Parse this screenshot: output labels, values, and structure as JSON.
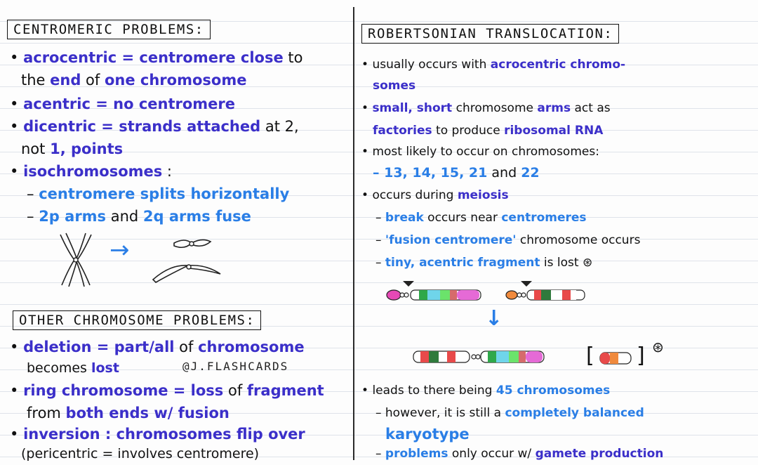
{
  "left": {
    "title": "CENTROMERIC PROBLEMS:",
    "items": [
      {
        "b": "•",
        "p1": "acrocentric = centromere close",
        "t1": " to"
      },
      {
        "t1": "the ",
        "p1": "end",
        "t2": " of ",
        "p2": "one chromosome"
      },
      {
        "b": "•",
        "p1": "acentric = no centromere"
      },
      {
        "b": "•",
        "p1": "dicentric = strands attached",
        "t1": " at 2,"
      },
      {
        "t1": "not ",
        "p1": "1, points"
      },
      {
        "b": "•",
        "p1": "isochromosomes",
        "t1": " :"
      },
      {
        "t1": "– ",
        "b1": "centromere splits horizontally"
      },
      {
        "t1": "– ",
        "b1": "2p arms",
        "t2": " and ",
        "b2": "2q arms fuse"
      }
    ],
    "other_title": "OTHER CHROMOSOME PROBLEMS:",
    "other": [
      {
        "b": "•",
        "p1": "deletion = part/all",
        "t1": " of ",
        "p2": "chromosome"
      },
      {
        "t1": "becomes ",
        "p1": "lost"
      },
      {
        "b": "•",
        "p1": "ring chromosome = loss",
        "t1": " of ",
        "p2": "fragment"
      },
      {
        "t1": "from ",
        "p1": "both ends w/ fusion"
      },
      {
        "b": "•",
        "p1": "inversion : chromosomes flip over"
      },
      {
        "t1": "(pericentric = involves centromere)"
      }
    ],
    "watermark": "@J.FLASHCARDS",
    "arrow": "→"
  },
  "right": {
    "title": "ROBERTSONIAN TRANSLOCATION:",
    "items": [
      {
        "b": "•",
        "t1": "usually occurs with ",
        "p1": "acrocentric chromo-"
      },
      {
        "p1": "somes"
      },
      {
        "b": "•",
        "p1": "small, short",
        "t1": " chromosome ",
        "p2": "arms",
        "t2": " act as"
      },
      {
        "p1": "factories",
        "t1": " to produce ",
        "p2": "ribosomal RNA"
      },
      {
        "b": "•",
        "t1": "most likely to occur on chromosomes:"
      },
      {
        "b1": "– 13, 14, 15, 21",
        "t1": " and ",
        "b2": "22"
      },
      {
        "b": "•",
        "t1": "occurs during ",
        "p1": "meiosis"
      },
      {
        "t1": "– ",
        "b1": "break",
        "t2": " occurs near ",
        "b2": "centromeres"
      },
      {
        "t1": "– ",
        "b1": "'fusion centromere'",
        "t2": " chromosome occurs"
      },
      {
        "t1": "– ",
        "b1": "tiny, acentric fragment",
        "t2": " is lost",
        "star": "⊛"
      }
    ],
    "bottom": [
      {
        "b": "•",
        "t1": "leads to there being ",
        "b1": "45 chromosomes"
      },
      {
        "t1": "– however, it is still a ",
        "b1": "completely balanced"
      },
      {
        "b1": "karyotype"
      },
      {
        "t1": "– ",
        "b1": "problems",
        "t2": " only occur w/ ",
        "p1": "gamete production"
      }
    ],
    "down_arrow": "↓",
    "bracket_open": "[",
    "bracket_close": "]",
    "star": "⊛"
  }
}
